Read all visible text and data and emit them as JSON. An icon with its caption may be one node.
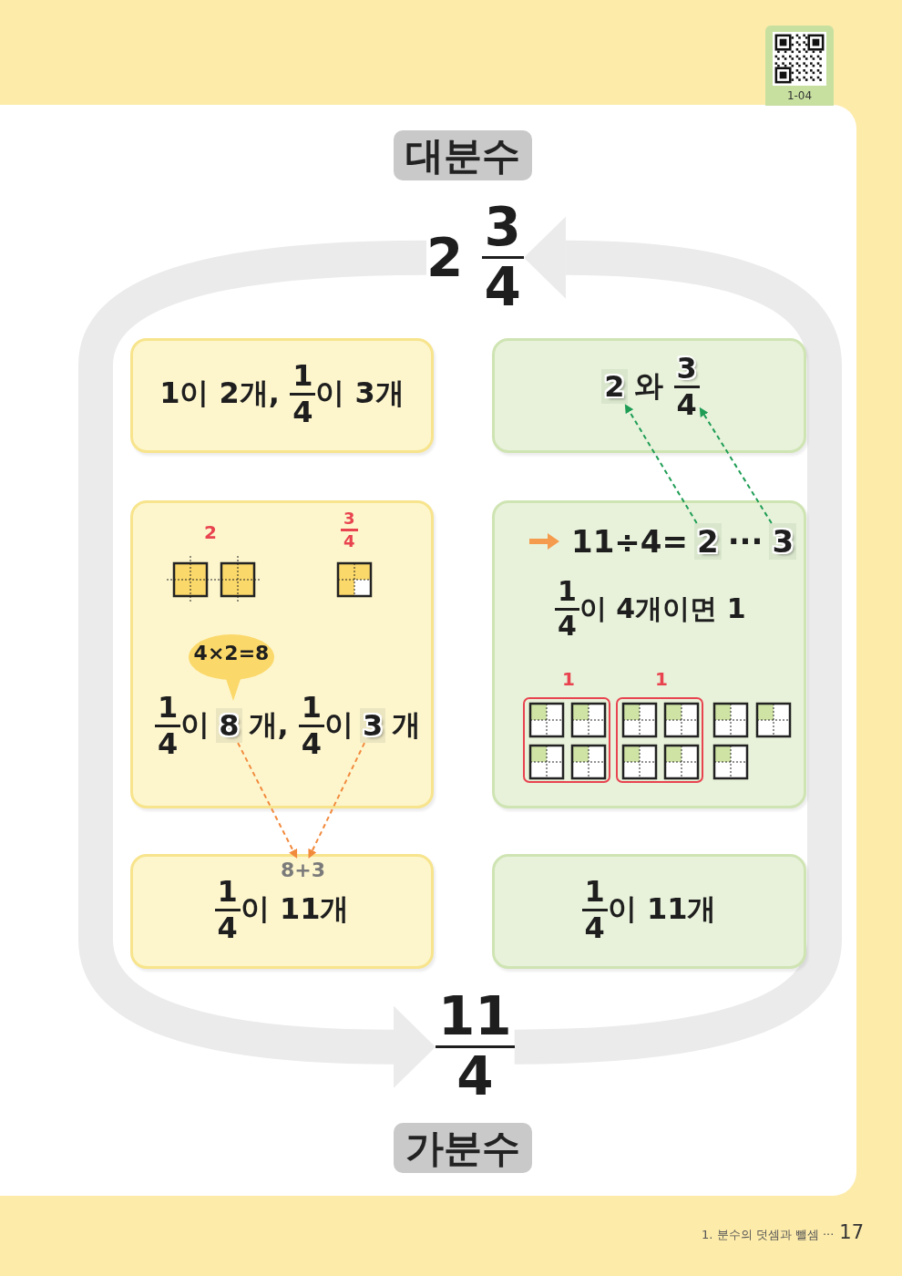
{
  "diagram": {
    "nodes": [
      {
        "text": [
          "대분수"
        ]
      },
      {
        "text": [
          "2 3/4"
        ]
      },
      {
        "text": [
          "1이 2개, 1/4이 3개"
        ]
      },
      {
        "text": [
          "와"
        ]
      },
      {
        "text": [
          "2"
        ],
        "in": 3
      },
      {
        "text": [
          "3/4"
        ],
        "in": 3
      },
      {
        "text": [
          "2",
          "3/4",
          "1/4이",
          "개, 1/4이",
          "개"
        ]
      },
      {
        "text": [
          "4×2=8"
        ],
        "in": 6
      },
      {
        "text": [
          "8"
        ],
        "in": 6
      },
      {
        "text": [
          "3"
        ],
        "in": 6
      },
      {
        "text": [
          "11÷4=",
          "···",
          "1/4이 4개이면 1",
          "1",
          "1"
        ]
      },
      {
        "text": [
          "2"
        ],
        "in": 10
      },
      {
        "text": [
          "3"
        ],
        "in": 10
      },
      {
        "text": [
          "1/4이 11개"
        ]
      },
      {
        "text": [
          "8+3"
        ],
        "in": 13
      },
      {
        "text": [
          "1/4이 11개"
        ]
      },
      {
        "text": [
          "11/4"
        ]
      },
      {
        "text": [
          "가분수"
        ]
      }
    ],
    "edges": [
      {
        "from": 1,
        "to": 16,
        "arrow": "to",
        "style": "thick",
        "color": "#ebebeb"
      },
      {
        "from": 16,
        "to": 1,
        "arrow": "to",
        "style": "thick",
        "color": "#ebebeb"
      },
      {
        "from": 8,
        "to": 14,
        "arrow": "to",
        "style": "dashed",
        "color": "#f28a3c"
      },
      {
        "from": 9,
        "to": 14,
        "arrow": "to",
        "style": "dashed",
        "color": "#f28a3c"
      },
      {
        "from": 11,
        "to": 4,
        "arrow": "to",
        "style": "dashed",
        "color": "#1f9d55"
      },
      {
        "from": 12,
        "to": 5,
        "arrow": "to",
        "style": "dashed",
        "color": "#1f9d55"
      }
    ],
    "labels": [
      "1-04",
      "1. 분수의 덧셈과 뺄셈 ···",
      "17"
    ]
  }
}
